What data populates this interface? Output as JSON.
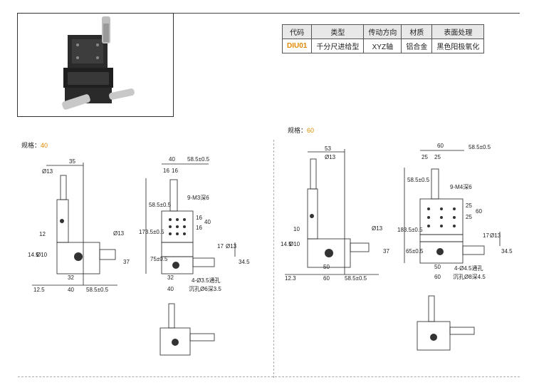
{
  "table": {
    "headers": [
      "代码",
      "类型",
      "传动方向",
      "材质",
      "表面处理"
    ],
    "row": [
      "DIU01",
      "千分尺进给型",
      "XYZ轴",
      "铝合金",
      "黑色阳极氧化"
    ]
  },
  "spec40": {
    "prefix": "规格：",
    "value": "40"
  },
  "spec60": {
    "prefix": "规格：",
    "value": "60"
  },
  "dims40": {
    "a": "35",
    "b": "Ø13",
    "c": "40",
    "d": "58.5±0.5",
    "e": "16",
    "f": "16",
    "g": "9-M3深6",
    "h": "58.5±0.5",
    "i": "173.5±0.5",
    "j": "12",
    "k": "14.5",
    "l": "Ø10",
    "m": "Ø13",
    "n": "37",
    "o": "16",
    "p": "16",
    "q": "40",
    "r": "75±0.5",
    "s": "17",
    "t": "Ø13",
    "u": "34.5",
    "v": "32",
    "w": "40",
    "x": "12.5",
    "y": "40",
    "z": "58.5±0.5",
    "hole1": "4-Ø3.5通孔",
    "hole2": "沉孔Ø6深3.5",
    "bot": "32"
  },
  "dims60": {
    "a": "53",
    "b": "Ø13",
    "c": "60",
    "d": "58.5±0.5",
    "e": "25",
    "f": "25",
    "g": "9-M4深6",
    "h": "58.5±0.5",
    "i": "183.5±0.5",
    "j": "10",
    "k": "14.5",
    "l": "Ø10",
    "m": "Ø13",
    "n": "37",
    "o": "25",
    "p": "25",
    "q": "60",
    "r": "65±0.5",
    "s": "17",
    "t": "Ø13",
    "u": "34.5",
    "v": "50",
    "w": "60",
    "x": "12.3",
    "y": "60",
    "z": "58.5±0.5",
    "hole1": "4-Ø4.5通孔",
    "hole2": "沉孔Ø8深4.5",
    "bot": "50"
  }
}
